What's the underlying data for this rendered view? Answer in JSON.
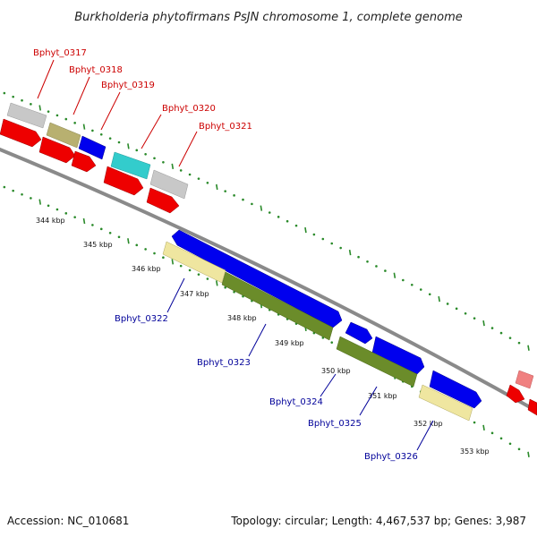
{
  "title": "Burkholderia phytofirmans PsJN chromosome 1, complete genome",
  "accession": "Accession: NC_010681",
  "topology": "Topology: circular; Length: 4,467,537 bp; Genes: 3,987",
  "colors": {
    "top_label": "#cc0000",
    "bottom_label": "#000099",
    "tick": "#2a8a2a",
    "backbone": "#888888"
  },
  "scale_labels": [
    "344 kbp",
    "345 kbp",
    "346 kbp",
    "347 kbp",
    "348 kbp",
    "349 kbp",
    "350 kbp",
    "351 kbp",
    "352 kbp",
    "353 kbp"
  ],
  "top_genes": [
    "Bphyt_0317",
    "Bphyt_0318",
    "Bphyt_0319",
    "Bphyt_0320",
    "Bphyt_0321"
  ],
  "bottom_genes": [
    "Bphyt_0322",
    "Bphyt_0323",
    "Bphyt_0324",
    "Bphyt_0325",
    "Bphyt_0326"
  ],
  "feature_colors": {
    "cds_red": "#ee0000",
    "light_gray": "#c8c8c8",
    "olive": "#b8b070",
    "blue": "#0000ee",
    "cyan": "#33cccc",
    "light_yellow": "#efe6a0",
    "olive_green": "#6b8c2a",
    "pink": "#f08080"
  }
}
